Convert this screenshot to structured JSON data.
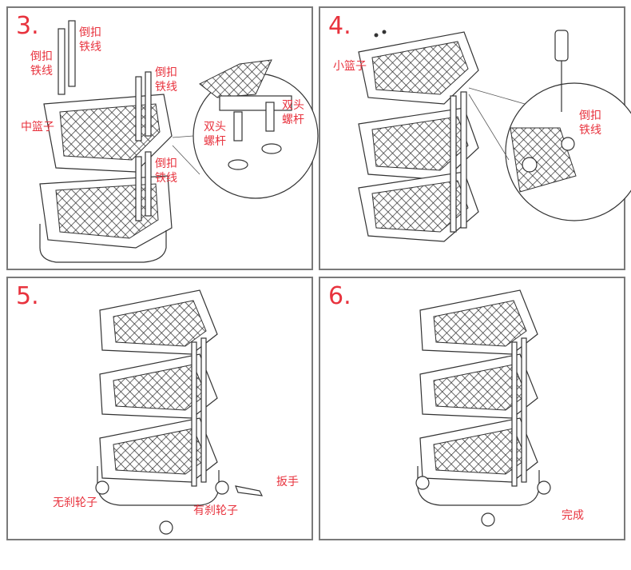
{
  "panels": [
    {
      "step": "3.",
      "labels": {
        "rod_top_a": [
          "倒扣",
          "铁线"
        ],
        "rod_left": [
          "倒扣",
          "铁线"
        ],
        "rod_top_b": [
          "倒扣",
          "铁线"
        ],
        "middle_basket": "中篮子",
        "stud_a": [
          "双头",
          "螺杆"
        ],
        "stud_b": [
          "双头",
          "螺杆"
        ],
        "rod_lower": [
          "倒扣",
          "铁线"
        ]
      }
    },
    {
      "step": "4.",
      "labels": {
        "small_basket": "小篮子",
        "rod_zoom": [
          "倒扣",
          "铁线"
        ]
      }
    },
    {
      "step": "5.",
      "labels": {
        "no_brake_wheel": "无刹轮子",
        "brake_wheel": "有刹轮子",
        "wrench": "扳手"
      }
    },
    {
      "step": "6.",
      "labels": {
        "done": "完成"
      }
    }
  ],
  "colors": {
    "accent": "#e8333e",
    "border": "#7a7a7a",
    "line": "#333333"
  }
}
